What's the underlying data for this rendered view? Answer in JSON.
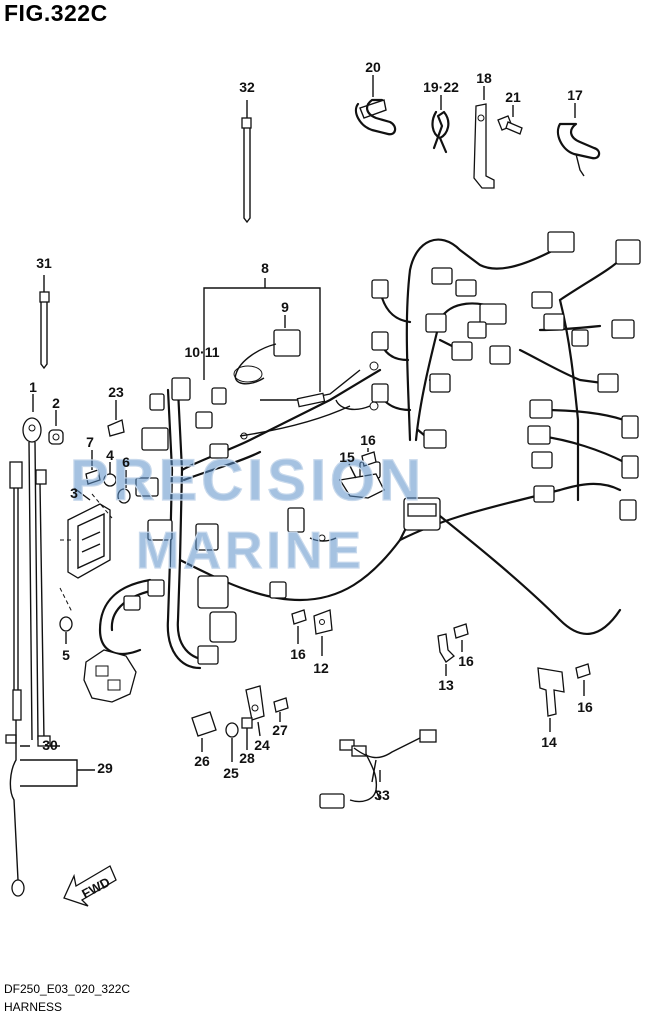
{
  "figure": {
    "title": "FIG.322C",
    "code": "DF250_E03_020_322C",
    "name": "HARNESS"
  },
  "watermark": {
    "line1": "PRECISION",
    "line2": "MARINE",
    "color": "#5b8fc9"
  },
  "fwd_label": "FWD",
  "callouts": {
    "c1": "1",
    "c2": "2",
    "c3": "3",
    "c4": "4",
    "c5": "5",
    "c6": "6",
    "c7": "7",
    "c8": "8",
    "c9": "9",
    "c10_11": "10·11",
    "c12": "12",
    "c13": "13",
    "c14": "14",
    "c15": "15",
    "c16a": "16",
    "c16b": "16",
    "c16c": "16",
    "c16d": "16",
    "c17": "17",
    "c18": "18",
    "c19_22": "19·22",
    "c20": "20",
    "c21": "21",
    "c23": "23",
    "c24": "24",
    "c25": "25",
    "c26": "26",
    "c27": "27",
    "c28": "28",
    "c29": "29",
    "c30": "30",
    "c31": "31",
    "c32": "32",
    "c33": "33"
  }
}
